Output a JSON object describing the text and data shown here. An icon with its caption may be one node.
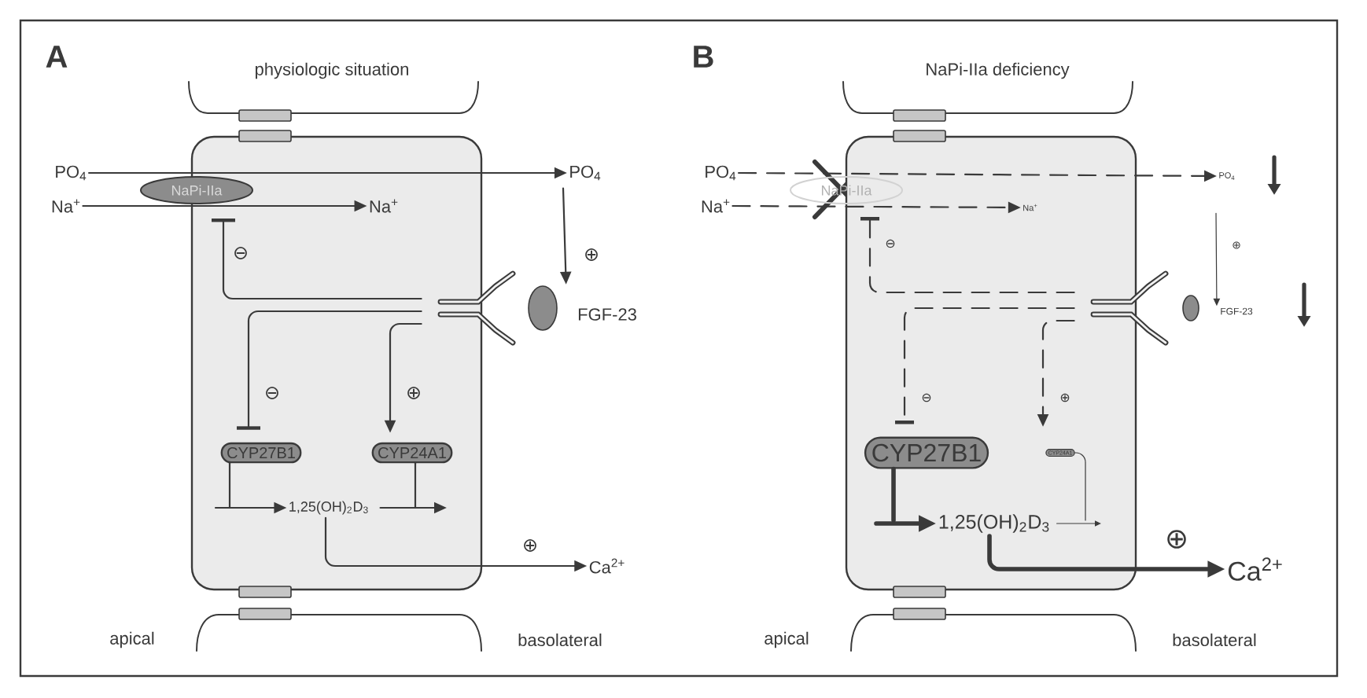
{
  "diagram": {
    "nodes": [
      {
        "text": [],
        "shape": "box"
      },
      {
        "text": [
          "PO$_{4}$"
        ]
      },
      {
        "text": [
          "PO$_{4}$"
        ]
      },
      {
        "text": [
          "NaPi-IIa"
        ]
      },
      {
        "text": [
          "Na$^{+}$"
        ]
      },
      {
        "text": [
          "Na$^{+}$"
        ],
        "in": 0
      },
      {
        "text": [],
        "shape": "receptor"
      },
      {
        "text": [
          "FGF-23"
        ]
      },
      {
        "text": [
          "CYP27B1"
        ],
        "in": 0
      },
      {
        "text": [
          "CYP24A1"
        ],
        "in": 0
      },
      {
        "text": [
          "1,25(OH)$_{2}$D$_{3}$"
        ],
        "in": 0
      },
      {
        "text": [
          "Ca$^{2+}$"
        ]
      },
      {
        "text": [],
        "shape": "box"
      },
      {
        "text": [
          "PO$_{4}$"
        ]
      },
      {
        "text": [
          "PO$_{4}$"
        ]
      },
      {
        "text": [
          "NaPi-IIa"
        ]
      },
      {
        "text": [
          "Na$^{+}$"
        ]
      },
      {
        "text": [
          "Na$^{+}$"
        ],
        "in": 12
      },
      {
        "text": [],
        "shape": "receptor"
      },
      {
        "text": [
          "FGF-23"
        ]
      },
      {
        "text": [
          "CYP27B1"
        ],
        "in": 12
      },
      {
        "text": [
          "CYP24A1"
        ],
        "in": 12
      },
      {
        "text": [
          "1,25(OH)$_{2}$D$_{3}$"
        ],
        "in": 12
      },
      {
        "text": [
          "Ca$^{2+}$"
        ]
      }
    ],
    "edges": [
      {
        "from": 1,
        "to": 2,
        "arrow": "to"
      },
      {
        "from": 4,
        "to": 5,
        "arrow": "to"
      },
      {
        "from": 2,
        "to": 7,
        "arrow": "to",
        "label": "⊕"
      },
      {
        "from": 6,
        "to": 3,
        "arrow": "other",
        "label": "⊖"
      },
      {
        "from": 6,
        "to": 8,
        "arrow": "other",
        "label": "⊖"
      },
      {
        "from": 6,
        "to": 9,
        "arrow": "to",
        "label": "⊕"
      },
      {
        "from": 8,
        "to": null,
        "arrow": "none"
      },
      {
        "from": null,
        "to": 10,
        "arrow": "to"
      },
      {
        "from": 9,
        "to": null,
        "arrow": "none"
      },
      {
        "from": 10,
        "to": null,
        "arrow": "to"
      },
      {
        "from": 10,
        "to": 11,
        "arrow": "to",
        "label": "⊕"
      },
      {
        "from": 13,
        "to": 14,
        "arrow": "to",
        "style": "dashed"
      },
      {
        "from": 16,
        "to": 17,
        "arrow": "to",
        "style": "dashed"
      },
      {
        "from": 14,
        "to": 19,
        "arrow": "to",
        "label": "⊕"
      },
      {
        "from": 18,
        "to": 15,
        "arrow": "other",
        "style": "dashed",
        "label": "⊖"
      },
      {
        "from": 18,
        "to": 20,
        "arrow": "other",
        "style": "dashed",
        "label": "⊖"
      },
      {
        "from": 18,
        "to": 21,
        "arrow": "to",
        "style": "dashed",
        "label": "⊕"
      },
      {
        "from": 20,
        "to": null,
        "arrow": "none",
        "style": "thick"
      },
      {
        "from": null,
        "to": 22,
        "arrow": "to",
        "style": "thick"
      },
      {
        "from": 21,
        "to": null,
        "arrow": "none"
      },
      {
        "from": 22,
        "to": null,
        "arrow": "to"
      },
      {
        "from": 22,
        "to": 23,
        "arrow": "to",
        "style": "thick",
        "label": "⊕"
      }
    ],
    "labels": [
      "A",
      "physiologic situation",
      "B",
      "NaPi-IIa deficiency",
      "apical",
      "basolateral",
      "apical",
      "basolateral"
    ]
  }
}
